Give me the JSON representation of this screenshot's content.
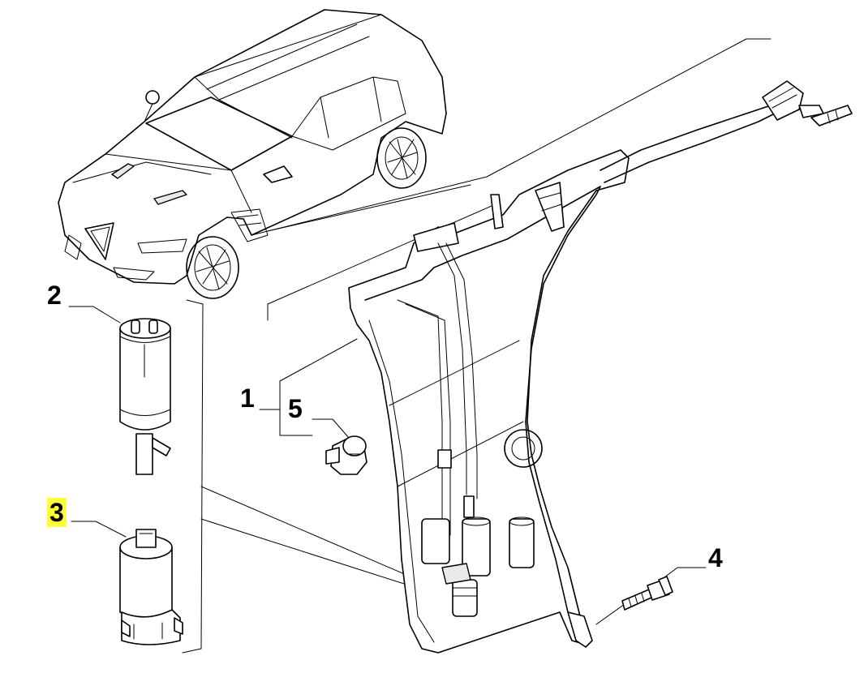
{
  "callouts": [
    {
      "id": "1",
      "label": "1",
      "highlighted": false
    },
    {
      "id": "2",
      "label": "2",
      "highlighted": false
    },
    {
      "id": "3",
      "label": "3",
      "highlighted": true
    },
    {
      "id": "4",
      "label": "4",
      "highlighted": false
    },
    {
      "id": "5",
      "label": "5",
      "highlighted": false
    }
  ],
  "colors": {
    "line": "#000000",
    "background": "#ffffff",
    "highlight": "#ffff3a"
  },
  "parts": {
    "vehicle": "car-overview-icon",
    "reservoir": "washer-reservoir-icon",
    "pump_2": "washer-pump-icon",
    "pump_3": "washer-pump-icon",
    "bolt_4": "bolt-icon",
    "grommet_5": "grommet-icon"
  }
}
